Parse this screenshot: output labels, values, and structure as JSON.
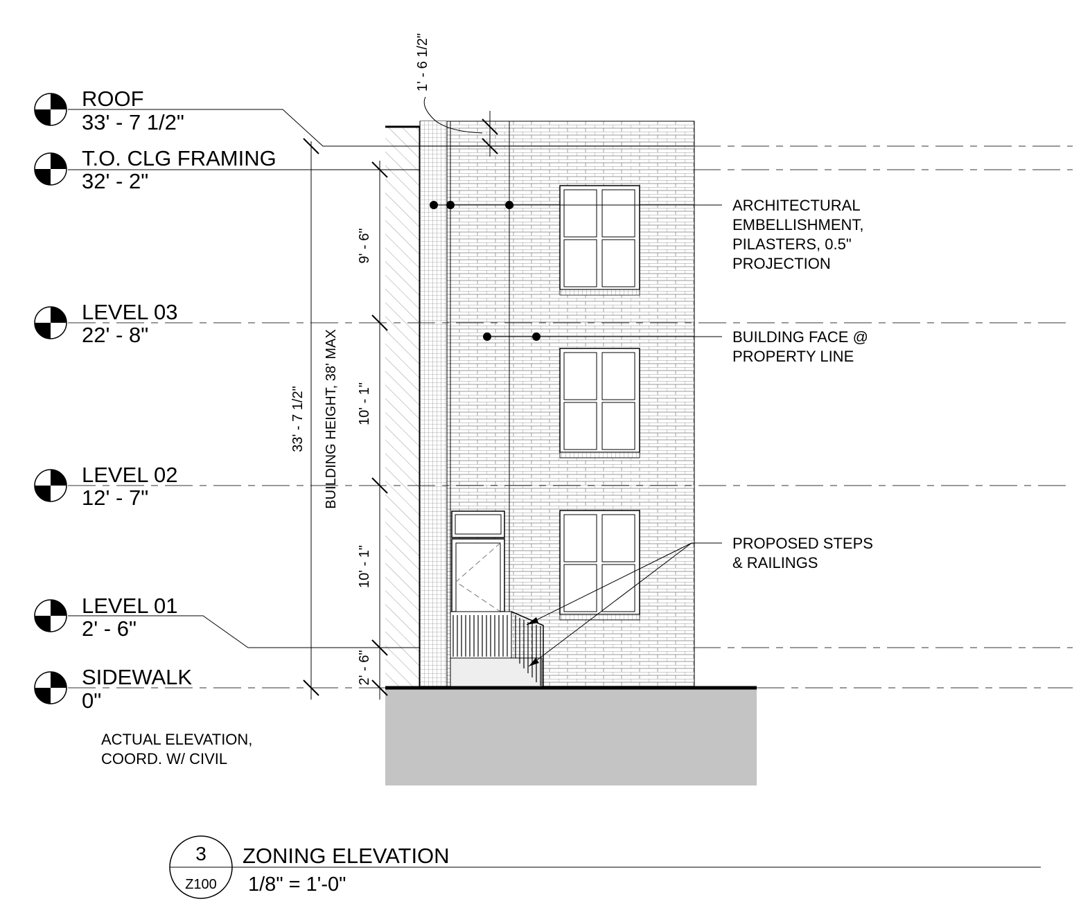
{
  "levels": [
    {
      "name": "ROOF",
      "elevation": "33' - 7 1/2\""
    },
    {
      "name": "T.O. CLG FRAMING",
      "elevation": "32' - 2\""
    },
    {
      "name": "LEVEL 03",
      "elevation": "22' - 8\""
    },
    {
      "name": "LEVEL 02",
      "elevation": "12' - 7\""
    },
    {
      "name": "LEVEL 01",
      "elevation": "2' - 6\""
    },
    {
      "name": "SIDEWALK",
      "elevation": "0\""
    }
  ],
  "dimensions": {
    "overall": "33' - 7 1/2\"",
    "building_height": "BUILDING HEIGHT, 38' MAX",
    "parapet": "1' - 6 1/2\"",
    "floor_3": "9' - 6\"",
    "floor_2": "10' - 1\"",
    "floor_1": "10' - 1\"",
    "base": "2' - 6\""
  },
  "notes": {
    "actual_elevation": [
      "ACTUAL ELEVATION,",
      "COORD. W/ CIVIL"
    ],
    "embellishment": [
      "ARCHITECTURAL",
      "EMBELLISHMENT,",
      "PILASTERS, 0.5\"",
      "PROJECTION"
    ],
    "building_face": [
      "BUILDING FACE @",
      "PROPERTY LINE"
    ],
    "steps": [
      "PROPOSED STEPS",
      "& RAILINGS"
    ]
  },
  "title_block": {
    "drawing_number": "3",
    "sheet": "Z100",
    "title": "ZONING ELEVATION",
    "scale": "1/8\" = 1'-0\""
  }
}
